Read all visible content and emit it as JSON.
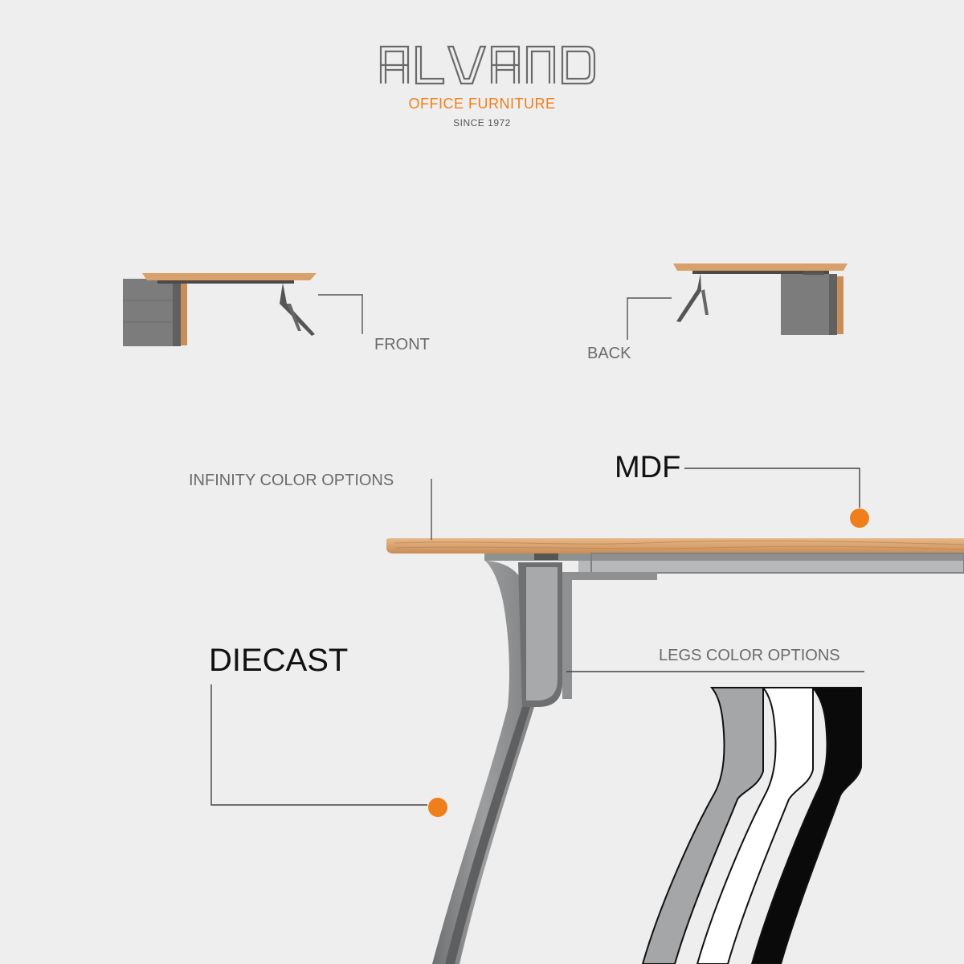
{
  "brand": {
    "logo_text": "ALVAND",
    "tagline": "OFFICE FURNITURE",
    "since": "SINCE 1972"
  },
  "views": {
    "front": "FRONT",
    "back": "BACK"
  },
  "callouts": {
    "infinity": "INFINITY COLOR OPTIONS",
    "mdf": "MDF",
    "diecast": "DIECAST",
    "legs": "LEGS COLOR OPTIONS"
  },
  "colors": {
    "background": "#efeeee",
    "accent": "#ef7f1a",
    "wood": "#d9a070",
    "cabinet": "#7b7b7b",
    "leg_gray": "#a4a6a8",
    "leg_white": "#ffffff",
    "leg_black": "#0a0a0a"
  }
}
